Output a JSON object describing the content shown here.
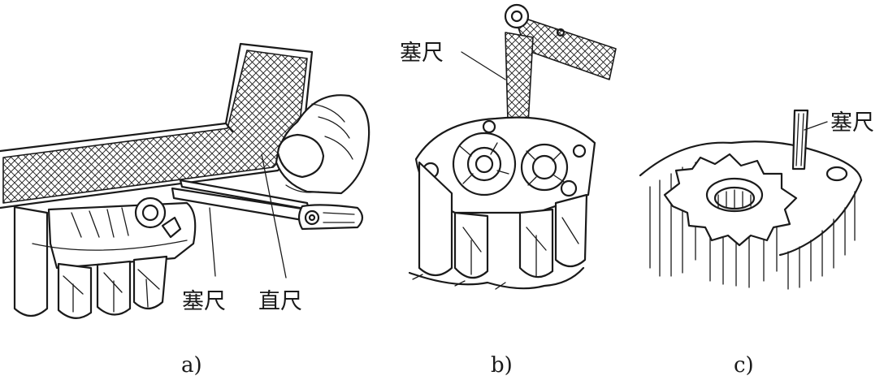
{
  "panels": [
    {
      "id": "a",
      "caption": "a)",
      "labels": {
        "feeler_gauge": "塞尺",
        "straightedge": "直尺"
      }
    },
    {
      "id": "b",
      "caption": "b)",
      "labels": {
        "feeler_gauge": "塞尺"
      }
    },
    {
      "id": "c",
      "caption": "c)",
      "labels": {
        "feeler_gauge": "塞尺"
      }
    }
  ],
  "colors": {
    "ink": "#1a1a1a",
    "background": "#ffffff"
  }
}
